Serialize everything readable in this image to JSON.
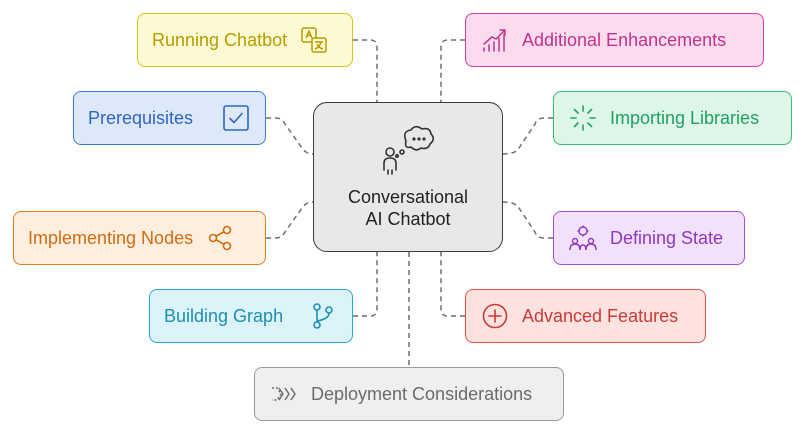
{
  "center": {
    "line1": "Conversational",
    "line2": "AI Chatbot",
    "icon": "person-thought-bubble-icon"
  },
  "nodes": [
    {
      "id": "running-chatbot",
      "label": "Running Chatbot",
      "icon": "translate-icon",
      "color": "#d9c21a",
      "bg": "#fdf9d2",
      "text": "#b59c00"
    },
    {
      "id": "prerequisites",
      "label": "Prerequisites",
      "icon": "checkbox-icon",
      "color": "#3d7bd9",
      "bg": "#dde8fb",
      "text": "#2f66c0"
    },
    {
      "id": "implementing-nodes",
      "label": "Implementing Nodes",
      "icon": "share-icon",
      "color": "#e07e26",
      "bg": "#fdeedd",
      "text": "#d06c12"
    },
    {
      "id": "building-graph",
      "label": "Building Graph",
      "icon": "branch-icon",
      "color": "#29a9cf",
      "bg": "#dcf3fa",
      "text": "#1c8fb3"
    },
    {
      "id": "deployment-considerations",
      "label": "Deployment Considerations",
      "icon": "chevrons-right-icon",
      "color": "#9a9a9a",
      "bg": "#efefef",
      "text": "#6b6b6b"
    },
    {
      "id": "additional-enhancements",
      "label": "Additional Enhancements",
      "icon": "rising-bars-icon",
      "color": "#d63ea3",
      "bg": "#fbdcef",
      "text": "#c2338e"
    },
    {
      "id": "importing-libraries",
      "label": "Importing Libraries",
      "icon": "loader-icon",
      "color": "#38bb7c",
      "bg": "#ddf6e8",
      "text": "#22a062"
    },
    {
      "id": "defining-state",
      "label": "Defining State",
      "icon": "group-icon",
      "color": "#a54ed6",
      "bg": "#f1e1fa",
      "text": "#9235c4"
    },
    {
      "id": "advanced-features",
      "label": "Advanced Features",
      "icon": "plus-circle-icon",
      "color": "#e0504d",
      "bg": "#fde2e0",
      "text": "#cc3b37"
    }
  ]
}
